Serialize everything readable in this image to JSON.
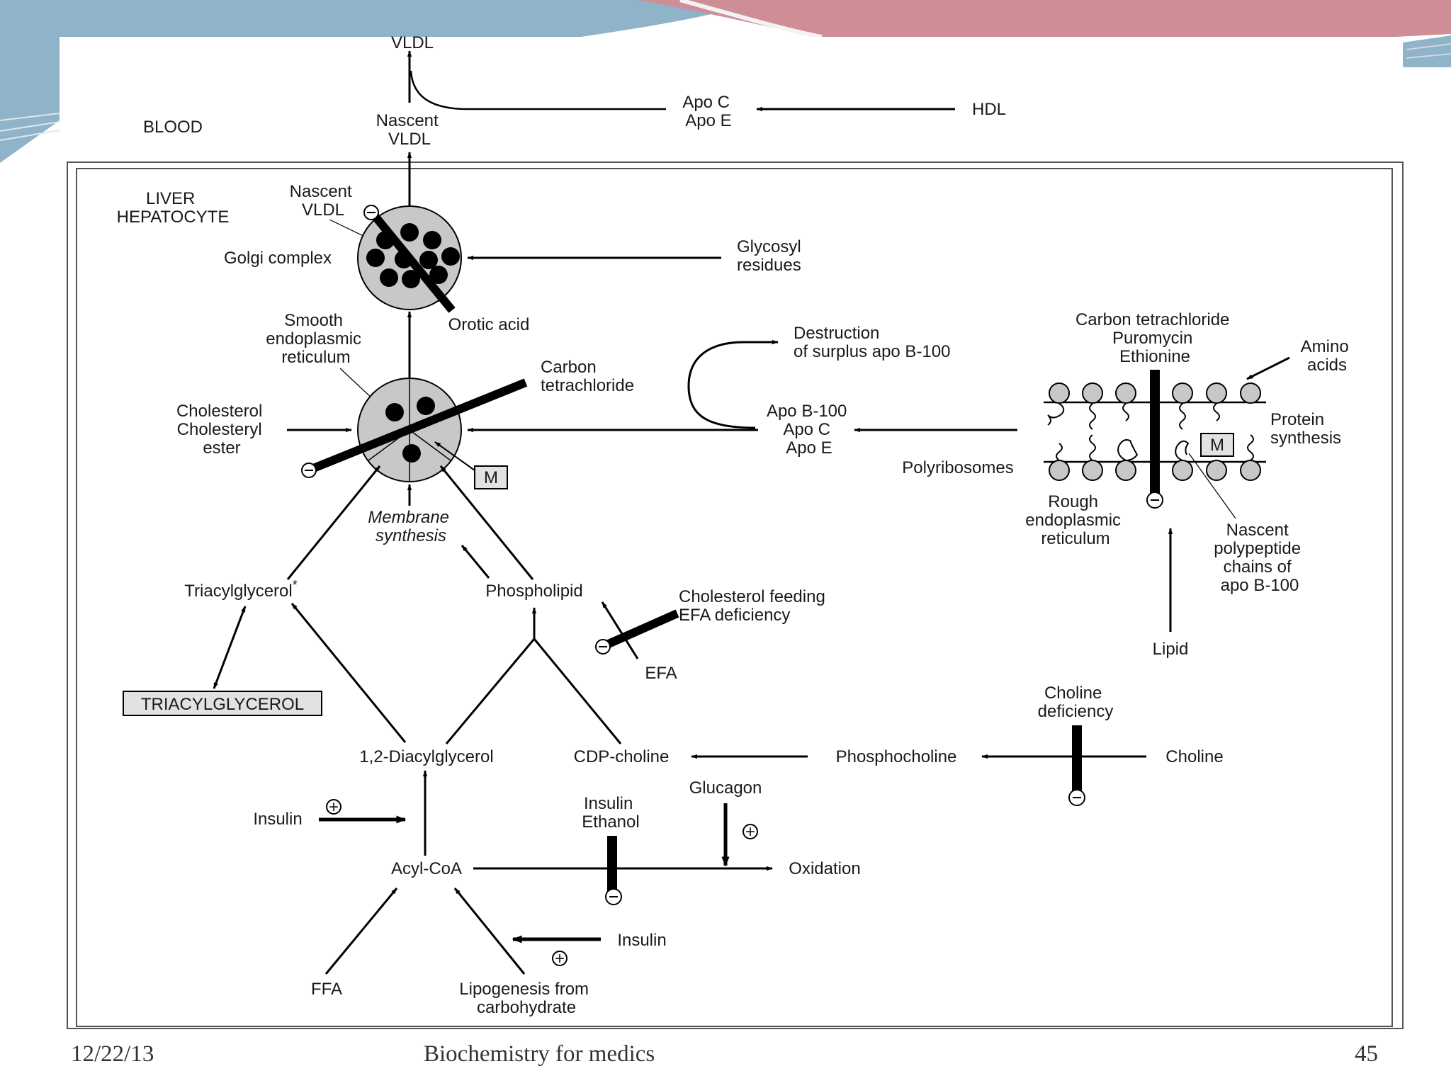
{
  "diagram": {
    "blood": "BLOOD",
    "vldl": "VLDL",
    "nascent_vldl_blood": [
      "Nascent",
      "VLDL"
    ],
    "apo_ce_top": [
      "Apo C",
      "Apo E"
    ],
    "hdl": "HDL",
    "liver": [
      "LIVER",
      "HEPATOCYTE"
    ],
    "nascent_vldl_liver": [
      "Nascent",
      "VLDL"
    ],
    "golgi": "Golgi complex",
    "glycosyl": [
      "Glycosyl",
      "residues"
    ],
    "orotic": "Orotic acid",
    "ser": [
      "Smooth",
      "endoplasmic",
      "reticulum"
    ],
    "carbon_tet_left": [
      "Carbon",
      "tetrachloride"
    ],
    "destruction": [
      "Destruction",
      "of surplus apo B-100"
    ],
    "cholesterol": [
      "Cholesterol",
      "Cholesteryl",
      "ester"
    ],
    "apo_b": [
      "Apo B-100",
      "Apo C",
      "Apo E"
    ],
    "inhibitors": [
      "Carbon tetrachloride",
      "Puromycin",
      "Ethionine"
    ],
    "amino": [
      "Amino",
      "acids"
    ],
    "protein": [
      "Protein",
      "synthesis"
    ],
    "polyribosomes": "Polyribosomes",
    "rer": [
      "Rough",
      "endoplasmic",
      "reticulum"
    ],
    "nascent_poly": [
      "Nascent",
      "polypeptide",
      "chains of",
      "apo B-100"
    ],
    "m_label": "M",
    "membrane": [
      "Membrane",
      "synthesis"
    ],
    "tag": "Triacylglycerol",
    "tag_star": "*",
    "phospholipid": "Phospholipid",
    "chol_feed": [
      "Cholesterol feeding",
      "EFA deficiency"
    ],
    "efa": "EFA",
    "lipid": "Lipid",
    "tag_box": "TRIACYLGLYCEROL",
    "choline_def": [
      "Choline",
      "deficiency"
    ],
    "dag": "1,2-Diacylglycerol",
    "cdp": "CDP-choline",
    "phosphocholine": "Phosphocholine",
    "choline": "Choline",
    "insulin_ethanol": [
      "Insulin",
      "Ethanol"
    ],
    "glucagon": "Glucagon",
    "insulin": "Insulin",
    "acyl": "Acyl-CoA",
    "oxidation": "Oxidation",
    "ffa": "FFA",
    "lipogenesis": [
      "Lipogenesis from",
      "carbohydrate"
    ],
    "plus": "+",
    "minus": "−"
  },
  "footer": {
    "date": "12/22/13",
    "title": "Biochemistry for medics",
    "page": "45"
  }
}
